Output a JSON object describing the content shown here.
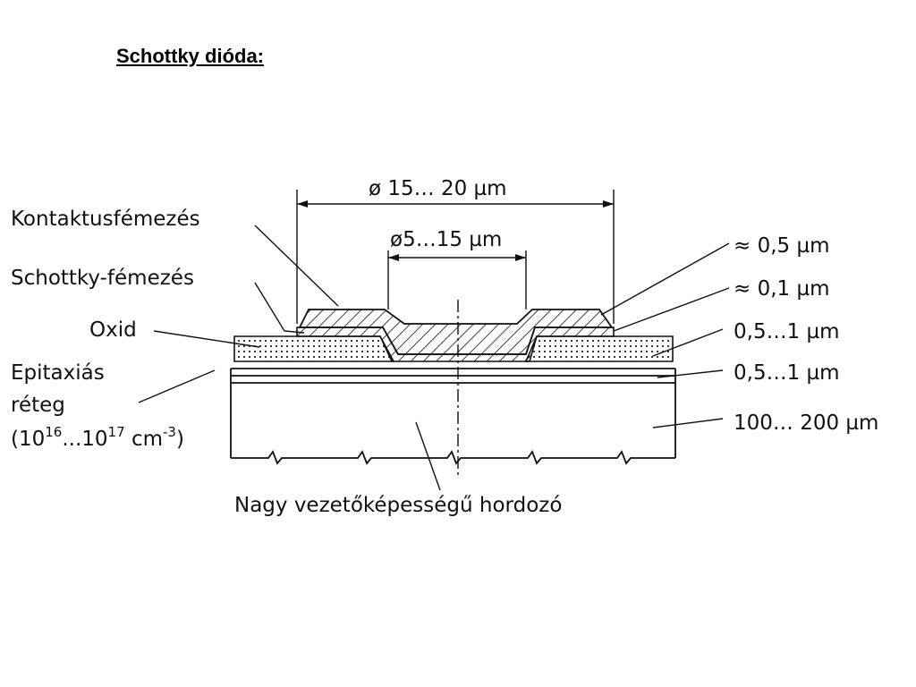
{
  "title": "Schottky dióda:",
  "labels": {
    "contact_metal": "Kontaktusfémezés",
    "schottky_metal": "Schottky-fémezés",
    "oxide": "Oxid",
    "epi_line1": "Epitaxiás",
    "epi_line2": "réteg",
    "epi_doping_open": "(10",
    "epi_doping_exp1": "16",
    "epi_doping_mid": "...10",
    "epi_doping_exp2": "17",
    "epi_doping_unit": " cm",
    "epi_doping_exp3": "-3",
    "epi_doping_close": ")",
    "substrate": "Nagy vezetőképességű hordozó"
  },
  "dimensions": {
    "outer_diameter": "ø 15… 20 µm",
    "inner_diameter": "ø5…15 µm",
    "contact_thickness": "≈ 0,5 µm",
    "schottky_thickness": "≈ 0,1 µm",
    "oxide_thickness": "0,5…1 µm",
    "epi_thickness": "0,5…1 µm",
    "substrate_thickness": "100… 200 µm"
  },
  "colors": {
    "ink": "#111111",
    "paper": "#ffffff"
  }
}
